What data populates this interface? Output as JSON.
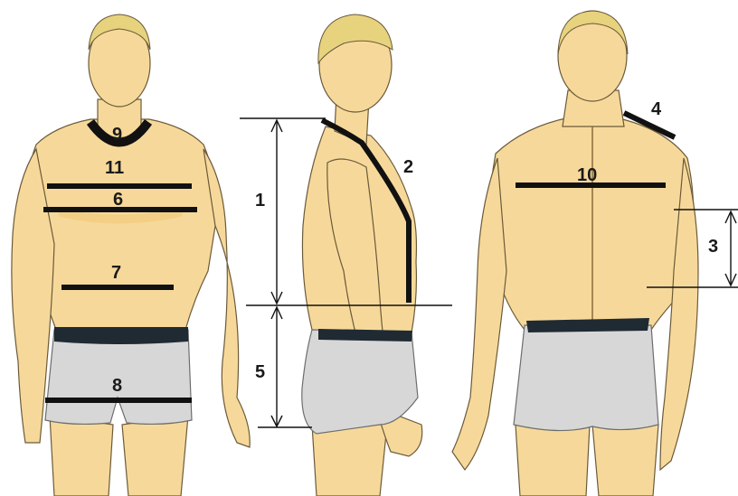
{
  "labels": {
    "l1": "1",
    "l2": "2",
    "l3": "3",
    "l4": "4",
    "l5": "5",
    "l6": "6",
    "l7": "7",
    "l8": "8",
    "l9": "9",
    "l10": "10",
    "l11": "11"
  },
  "colors": {
    "skin": "#f6d99a",
    "hair": "#e7d27e",
    "shorts": "#d7d7d7",
    "waistband": "#1f2a33",
    "measure_line": "#111111",
    "background": "#ffffff"
  }
}
